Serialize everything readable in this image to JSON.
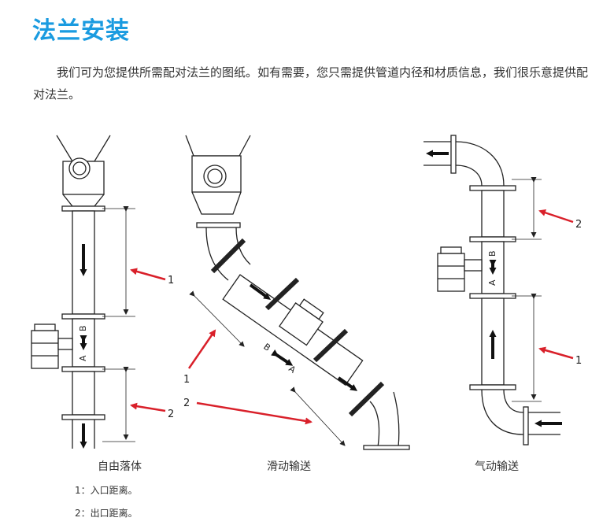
{
  "page": {
    "title": "法兰安装",
    "intro": "我们可为您提供所需配对法兰的图纸。如有需要，您只需提供管道内径和材质信息，我们很乐意提供配对法兰。"
  },
  "diagrams": [
    {
      "caption": "自由落体",
      "label_a": "A",
      "label_b": "B",
      "callout_1": "1",
      "callout_2": "2"
    },
    {
      "caption": "滑动输送",
      "label_a": "A",
      "label_b": "B",
      "callout_1": "1",
      "callout_2": "2"
    },
    {
      "caption": "气动输送",
      "label_a": "A",
      "label_b": "B",
      "callout_1": "1",
      "callout_2": "2"
    }
  ],
  "notes": [
    {
      "text": "1：入口距离。"
    },
    {
      "text": "2：出口距离。"
    }
  ],
  "colors": {
    "accent": "#1a9be0",
    "callout_arrow": "#d9202a"
  }
}
